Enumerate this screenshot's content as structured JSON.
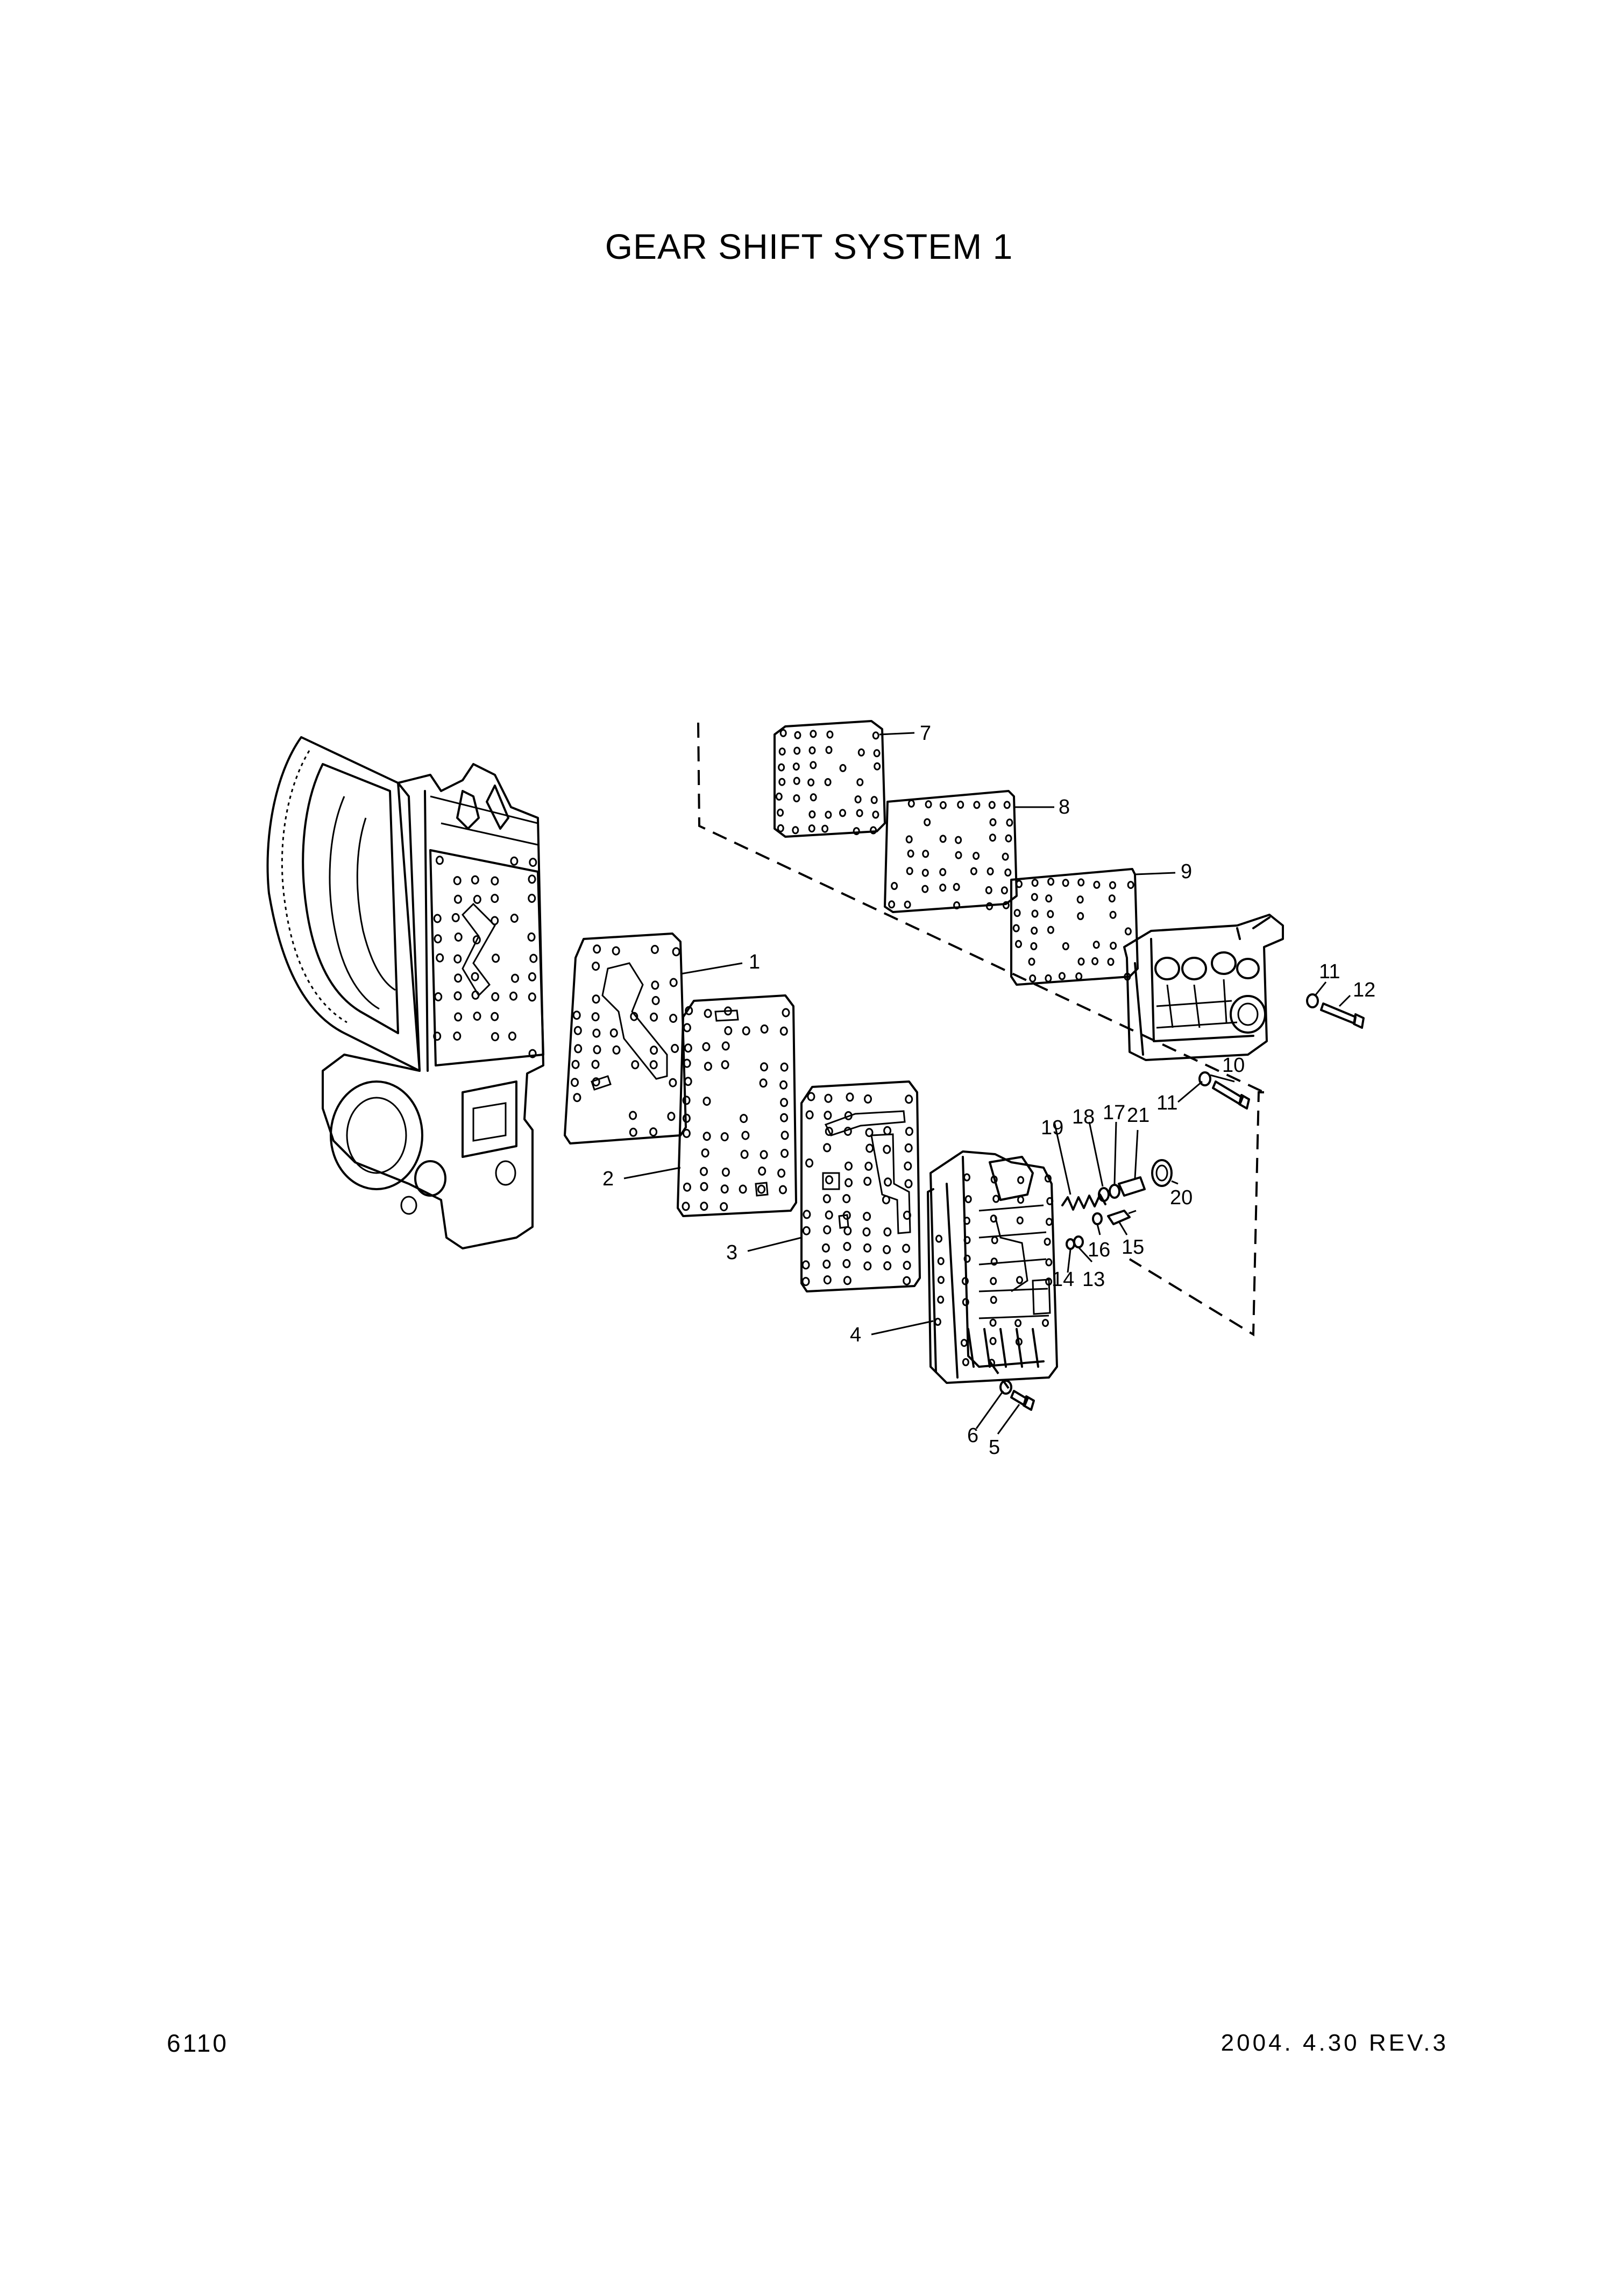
{
  "title": "GEAR SHIFT SYSTEM 1",
  "page_number": "6110",
  "revision": "2004. 4.30 REV.3",
  "callouts": {
    "c1": "1",
    "c2": "2",
    "c3": "3",
    "c4": "4",
    "c5": "5",
    "c6": "6",
    "c7": "7",
    "c8": "8",
    "c9": "9",
    "c10": "10",
    "c11a": "11",
    "c11b": "11",
    "c12": "12",
    "c13": "13",
    "c14": "14",
    "c15": "15",
    "c16": "16",
    "c17": "17",
    "c18": "18",
    "c19": "19",
    "c20": "20",
    "c21": "21"
  }
}
